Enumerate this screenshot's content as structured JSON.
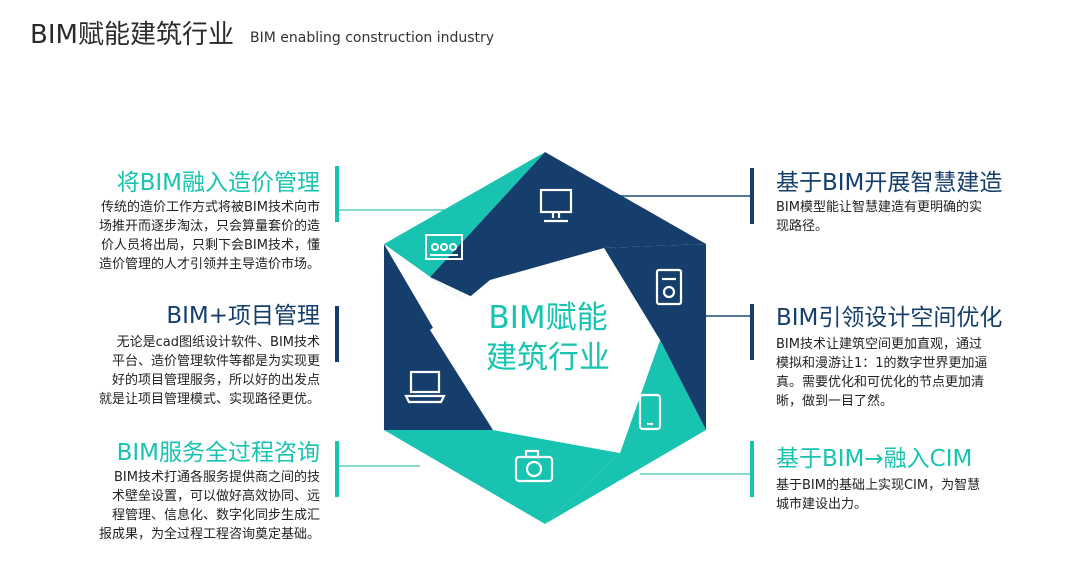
{
  "title": {
    "main": "BIM赋能建筑行业",
    "sub": "BIM enabling construction industry"
  },
  "center": {
    "line1": "BIM赋能",
    "line2": "建筑行业"
  },
  "colors": {
    "teal": "#19c3b1",
    "navy": "#153e6c",
    "line_teal": "#5ccdc0",
    "line_navy": "#1f4f7e"
  },
  "left_items": [
    {
      "heading": "将BIM融入造价管理",
      "lines": [
        "传统的造价工作方式将被BIM技术向市",
        "场推开而逐步淘汰，只会算量套价的造",
        "价人员将出局，只剩下会BIM技术，懂",
        "造价管理的人才引领并主导造价市场。"
      ]
    },
    {
      "heading": "BIM+项目管理",
      "lines": [
        "无论是cad图纸设计软件、BIM技术",
        "平台、造价管理软件等都是为实现更",
        "好的项目管理服务，所以好的出发点",
        "就是让项目管理模式、实现路径更优。"
      ]
    },
    {
      "heading": "BIM服务全过程咨询",
      "lines": [
        "BIM技术打通各服务提供商之间的技",
        "术壁垒设置，可以做好高效协同、远",
        "程管理、信息化、数字化同步生成汇",
        "报成果，为全过程工程咨询奠定基础。"
      ]
    }
  ],
  "right_items": [
    {
      "heading": "基于BIM开展智慧建造",
      "lines": [
        "BIM模型能让智慧建造有更明确的实",
        "现路径。"
      ]
    },
    {
      "heading": "BIM引领设计空间优化",
      "lines": [
        "BIM技术让建筑空间更加直观，通过",
        "模拟和漫游让1：1的数字世界更加逼",
        "真。需要优化和可优化的节点更加清",
        "晰，做到一目了然。"
      ]
    },
    {
      "heading": "基于BIM→融入CIM",
      "lines": [
        "基于BIM的基础上实现CIM，为智慧",
        "城市建设出力。"
      ]
    }
  ],
  "icons": [
    "monitor-icon",
    "music-player-icon",
    "smartphone-icon",
    "camera-icon",
    "laptop-icon",
    "presentation-icon"
  ]
}
